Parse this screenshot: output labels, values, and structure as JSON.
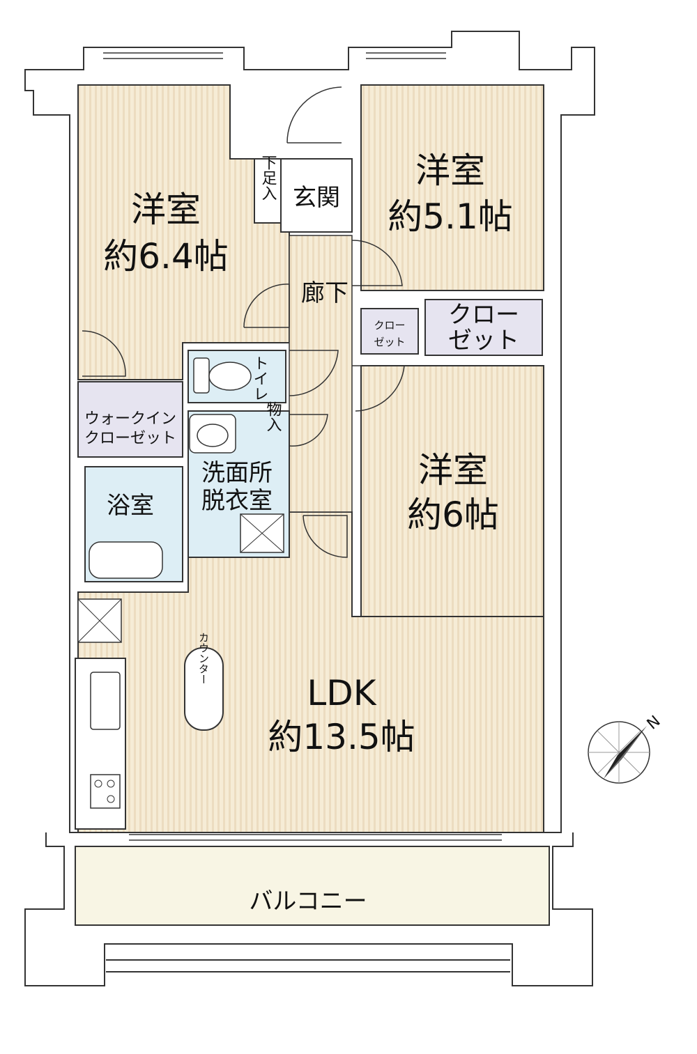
{
  "rooms": {
    "western_nw": {
      "name": "洋室",
      "size": "約6.4帖"
    },
    "western_ne": {
      "name": "洋室",
      "size": "約5.1帖"
    },
    "western_e": {
      "name": "洋室",
      "size": "約6帖"
    },
    "ldk": {
      "name": "LDK",
      "size": "約13.5帖"
    },
    "entrance": "玄関",
    "shoe_storage": "下足入",
    "hallway": "廊下",
    "closet_small": [
      "クロー",
      "ゼット"
    ],
    "closet": [
      "クロー",
      "ゼット"
    ],
    "toilet": "トイレ",
    "storage": "物入",
    "walk_in_closet": [
      "ウォークイン",
      "クローゼット"
    ],
    "washroom": [
      "洗面所",
      "脱衣室"
    ],
    "bathroom": "浴室",
    "counter": "カウンター",
    "balcony": "バルコニー"
  },
  "compass": {
    "label": "N"
  },
  "colors": {
    "floor": "#f6ecd6",
    "floor_stripe": "#ecdcc0",
    "wet": "#ddeef5",
    "closet": "#e6e4f0",
    "balcony": "#f8f5e4",
    "wall": "#333333"
  }
}
